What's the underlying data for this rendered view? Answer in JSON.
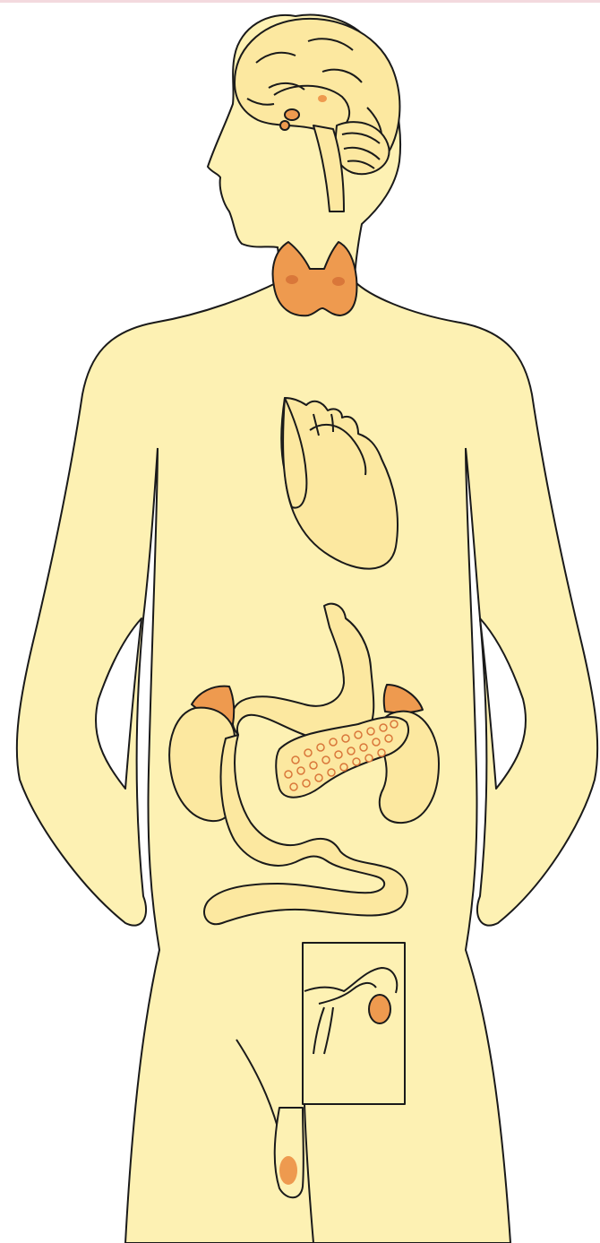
{
  "diagram": {
    "labels": [],
    "colors": {
      "body_fill": "#fdf1b3",
      "organ_fill": "#fce8a0",
      "gland_fill": "#ee9a4f",
      "gland_spot": "#d9773a",
      "outline": "#1a1a1a",
      "top_rule": "#f3d9de",
      "background": "#ffffff"
    },
    "organs": [
      {
        "name": "brain"
      },
      {
        "name": "pituitary-gland"
      },
      {
        "name": "thyroid-gland"
      },
      {
        "name": "heart"
      },
      {
        "name": "stomach"
      },
      {
        "name": "adrenal-gland-left"
      },
      {
        "name": "adrenal-gland-right"
      },
      {
        "name": "kidney-left"
      },
      {
        "name": "kidney-right"
      },
      {
        "name": "pancreas"
      },
      {
        "name": "intestine"
      },
      {
        "name": "ovaries-inset"
      },
      {
        "name": "testis"
      }
    ]
  }
}
